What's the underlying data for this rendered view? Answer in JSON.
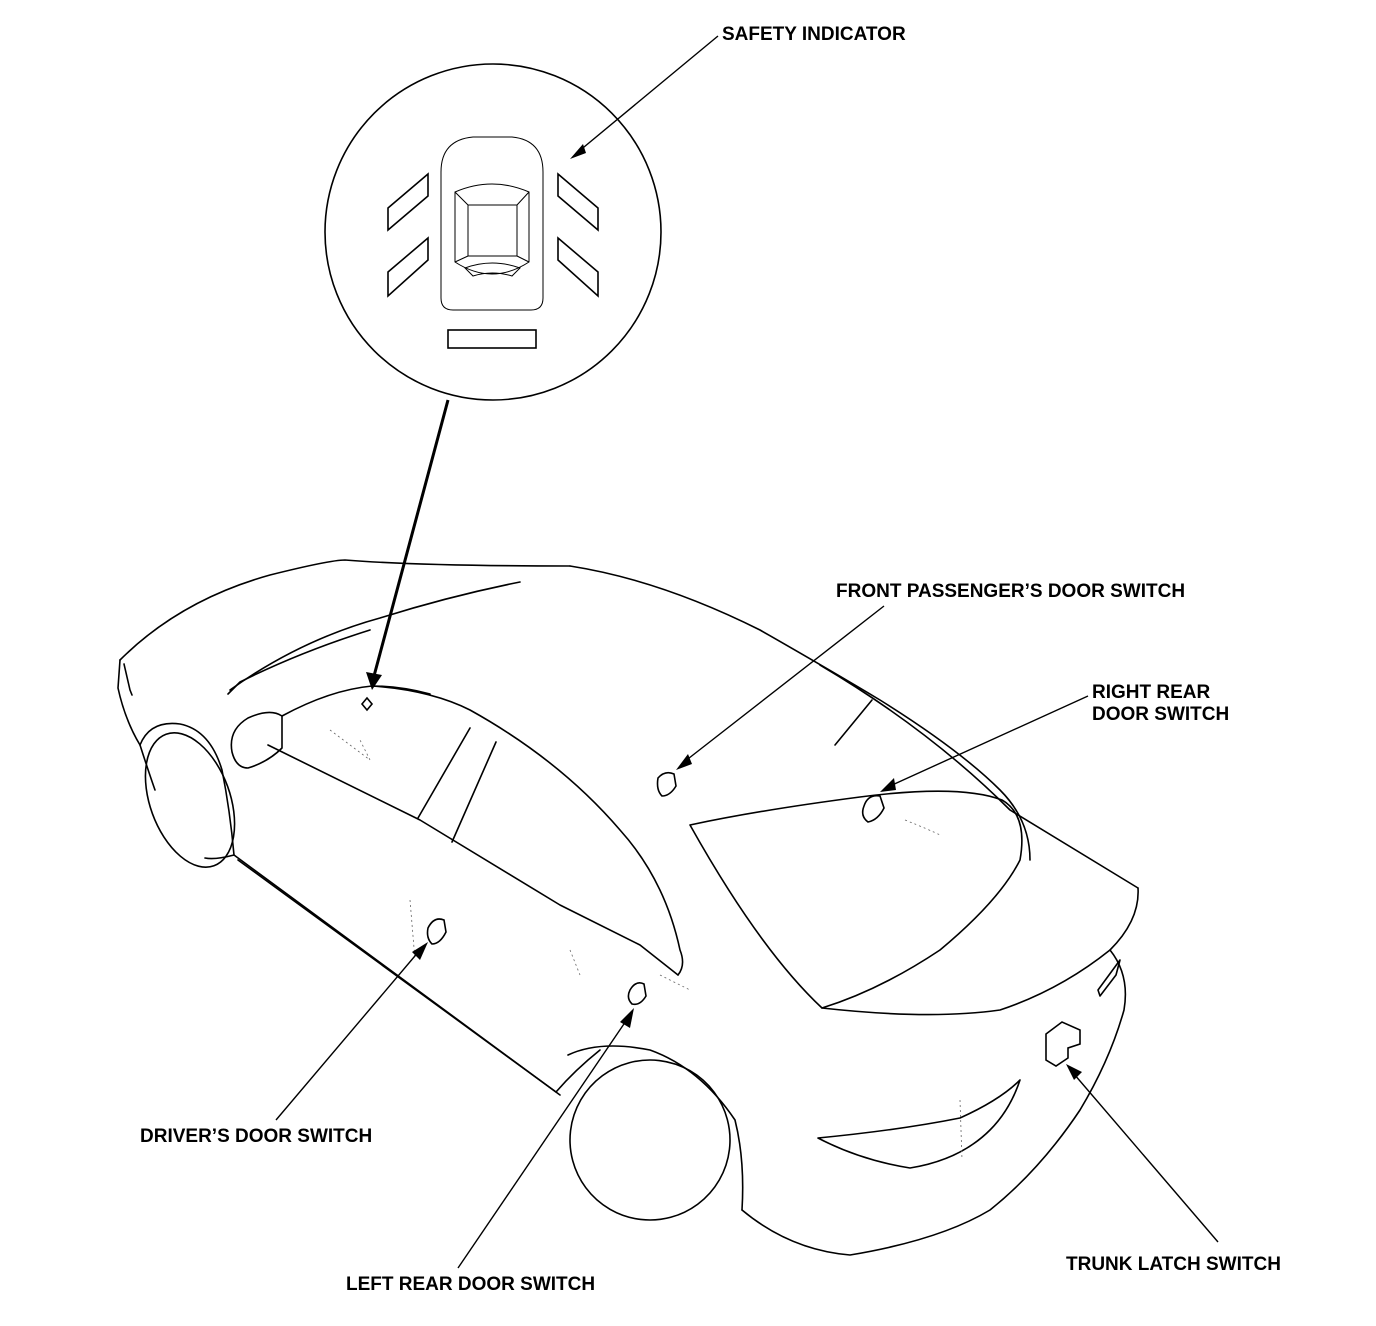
{
  "labels": {
    "safety_indicator": "SAFETY INDICATOR",
    "front_passenger_door_switch": "FRONT PASSENGER’S DOOR SWITCH",
    "right_rear_door_switch_line1": "RIGHT REAR",
    "right_rear_door_switch_line2": "DOOR SWITCH",
    "drivers_door_switch": "DRIVER’S DOOR SWITCH",
    "left_rear_door_switch": "LEFT REAR DOOR SWITCH",
    "trunk_latch_switch": "TRUNK LATCH SWITCH"
  },
  "colors": {
    "ink": "#000000",
    "background": "#ffffff"
  }
}
